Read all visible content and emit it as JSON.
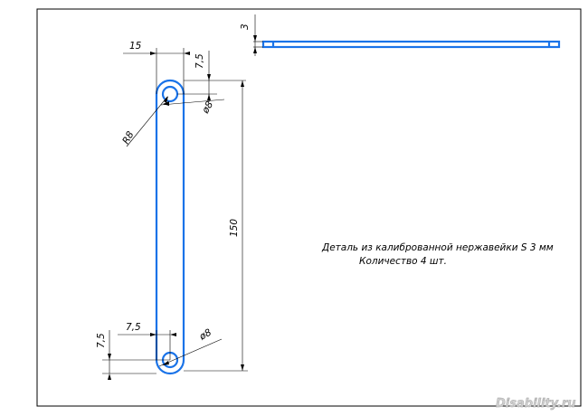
{
  "drawing": {
    "dimensions": {
      "width": "15",
      "top_offset": "7,5",
      "hole_diameter_top": "ø8",
      "radius": "R8",
      "length": "150",
      "bottom_horizontal": "7,5",
      "bottom_vertical": "7,5",
      "hole_diameter_bottom": "ø8",
      "thickness": "3"
    },
    "notes": {
      "line1": "Деталь из калиброванной нержавейки S 3 мм",
      "line2": "Количество 4 шт."
    },
    "watermark": "Disability.ru",
    "colors": {
      "part_outline": "#1a73e8",
      "lines": "#000000"
    }
  }
}
